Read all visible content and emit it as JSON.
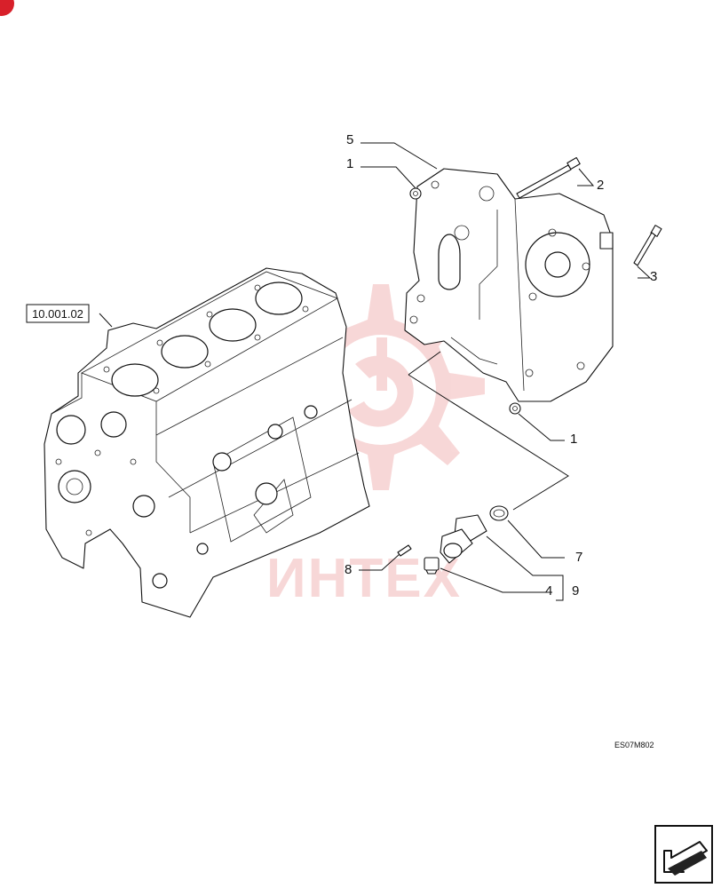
{
  "reference_box": {
    "label": "10.001.02"
  },
  "callouts": {
    "c1_top": "1",
    "c5": "5",
    "c2": "2",
    "c3": "3",
    "c1_bottom": "1",
    "c7": "7",
    "c8": "8",
    "c4": "4",
    "c9": "9"
  },
  "drawing_code": "ES07M802",
  "watermark": {
    "text": "ИНТЕХ",
    "color": "#f2b8b8"
  },
  "corner_badge": {
    "color": "#d8202a"
  },
  "icons": {
    "nav": "next-page-arrow-icon",
    "watermark": "gear-logo-icon"
  }
}
